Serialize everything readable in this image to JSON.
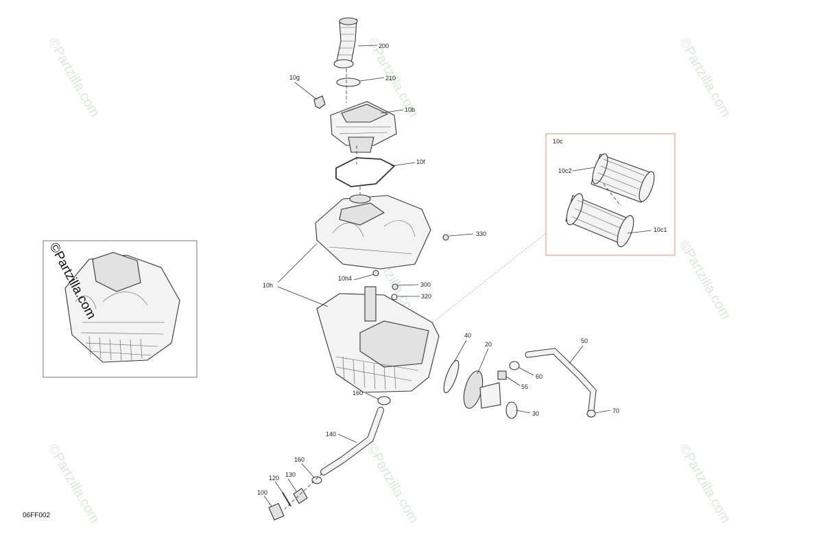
{
  "diagram_code": "06FF002",
  "watermark": "©Partzilla.com",
  "inset_watermark": "©Partzilla.com",
  "callouts": {
    "p200": "200",
    "p210": "210",
    "p10g": "10g",
    "p10b": "10b",
    "p10f": "10f",
    "p330": "330",
    "p10h": "10h",
    "p10h4": "10h4",
    "p300": "300",
    "p320": "320",
    "p40": "40",
    "p20": "20",
    "p50": "50",
    "p60": "60",
    "p55": "55",
    "p30": "30",
    "p70": "70",
    "p160a": "160",
    "p140": "140",
    "p160b": "160",
    "p120": "120",
    "p130": "130",
    "p100": "100",
    "p10c": "10c",
    "p10c2": "10c2",
    "p10c1": "10c1"
  }
}
